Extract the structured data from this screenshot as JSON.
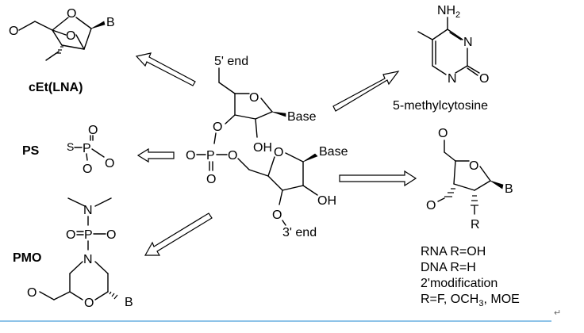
{
  "labels": {
    "cet_name": "cEt(LNA)",
    "cet_O1": "O",
    "cet_O2": "O",
    "cet_O3": "O",
    "cet_B": "B",
    "ps_name": "PS",
    "ps_S": "S",
    "ps_P": "P",
    "ps_O1": "O",
    "ps_O2": "O",
    "ps_O3": "O",
    "pmo_name": "PMO",
    "pmo_N1": "N",
    "pmo_O1": "O",
    "pmo_P": "P",
    "pmo_O2": "O",
    "pmo_N2": "N",
    "pmo_O3": "O",
    "pmo_O4": "O",
    "pmo_B": "B",
    "center_5end": "5' end",
    "center_O_ring1": "O",
    "center_base1": "Base",
    "center_O_link": "O",
    "center_O_left": "O",
    "center_P": "P",
    "center_O_right": "O",
    "center_O_down": "O",
    "center_OH1": "OH",
    "center_O_ring2": "O",
    "center_base2": "Base",
    "center_OH2": "OH",
    "center_O3": "O",
    "center_3end": "3' end",
    "mc_NH": "NH",
    "mc_NH_sub": "2",
    "mc_N1": "N",
    "mc_N2": "N",
    "mc_O": "O",
    "mc_name": "5-methylcytosine",
    "rn_O_top": "O",
    "rn_O_ring": "O",
    "rn_B": "B",
    "rn_O_left": "O",
    "rn_R": "R",
    "rn_line1": "RNA R=OH",
    "rn_line2": "DNA R=H",
    "rn_line3": "2'modification",
    "rn_line4_a": "R=F, OCH",
    "rn_line4_sub": "3",
    "rn_line4_b": ", MOE",
    "return_mark": "↵"
  }
}
